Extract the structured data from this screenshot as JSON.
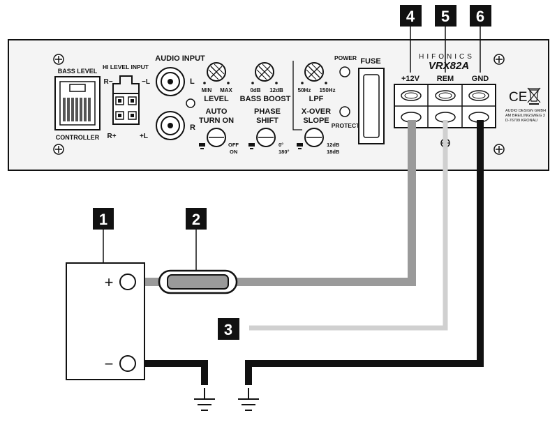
{
  "panel": {
    "brand": "HIFONICS",
    "model": "VRX82A",
    "manufacturer_lines": [
      "AUDIO DESIGN GMBH",
      "AM BREILINGSWEG 3",
      "D-76709 KRONAU"
    ],
    "bass_level_label": "BASS LEVEL",
    "controller_label": "CONTROLLER",
    "hi_level_input_label": "HI LEVEL INPUT",
    "hi_r_minus": "R−",
    "hi_l_minus": "−L",
    "hi_r_plus": "R+",
    "hi_l_plus": "+L",
    "audio_input_label": "AUDIO INPUT",
    "audio_l": "L",
    "audio_r": "R",
    "level_label": "LEVEL",
    "level_min": "MIN",
    "level_max": "MAX",
    "bass_boost_label": "BASS BOOST",
    "bass_boost_min": "0dB",
    "bass_boost_max": "12dB",
    "lpf_label": "LPF",
    "lpf_min": "50Hz",
    "lpf_max": "150Hz",
    "power_label": "POWER",
    "protect_label": "PROTECT",
    "fuse_label": "FUSE",
    "auto_turn_on_line1": "AUTO",
    "auto_turn_on_line2": "TURN ON",
    "auto_off": "OFF",
    "auto_on": "ON",
    "phase_shift_line1": "PHASE",
    "phase_shift_line2": "SHIFT",
    "phase_0": "0°",
    "phase_180": "180°",
    "xover_line1": "X-OVER",
    "xover_line2": "SLOPE",
    "xover_12": "12dB",
    "xover_18": "18dB",
    "terminal_12v": "+12V",
    "terminal_rem": "REM",
    "terminal_gnd": "GND",
    "ce_mark": "CE"
  },
  "battery": {
    "plus": "+",
    "minus": "−"
  },
  "badges": [
    "1",
    "2",
    "3",
    "4",
    "5",
    "6"
  ],
  "colors": {
    "power_wire": "#9a9a9a",
    "remote_wire": "#d0d0d0",
    "ground_wire": "#111111",
    "badge_bg": "#111111",
    "panel_fill": "#f4f4f4"
  }
}
